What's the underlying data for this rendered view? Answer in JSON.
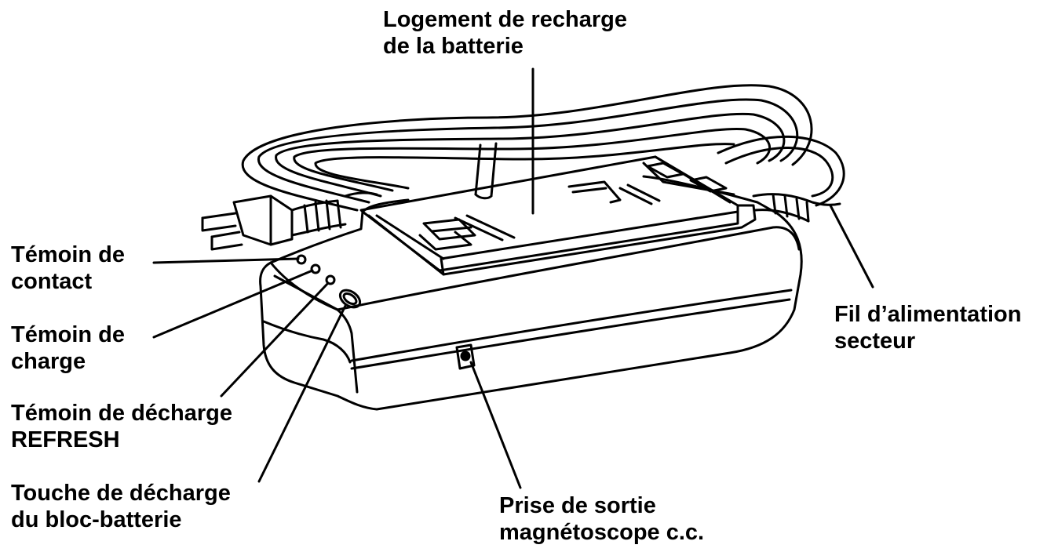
{
  "labels": {
    "slot": {
      "line1": "Logement de recharge",
      "line2": "de la batterie"
    },
    "contact": {
      "line1": "Témoin de",
      "line2": "contact"
    },
    "charge": {
      "line1": "Témoin de",
      "line2": "charge"
    },
    "refresh": {
      "line1": "Témoin de décharge",
      "line2": "REFRESH"
    },
    "button": {
      "line1": "Touche de décharge",
      "line2": "du bloc-batterie"
    },
    "dcout": {
      "line1": "Prise de sortie",
      "line2": "magnétoscope c.c."
    },
    "cord": {
      "line1": "Fil d’alimentation",
      "line2": "secteur"
    }
  },
  "colors": {
    "ink": "#000000",
    "paper": "#ffffff"
  }
}
